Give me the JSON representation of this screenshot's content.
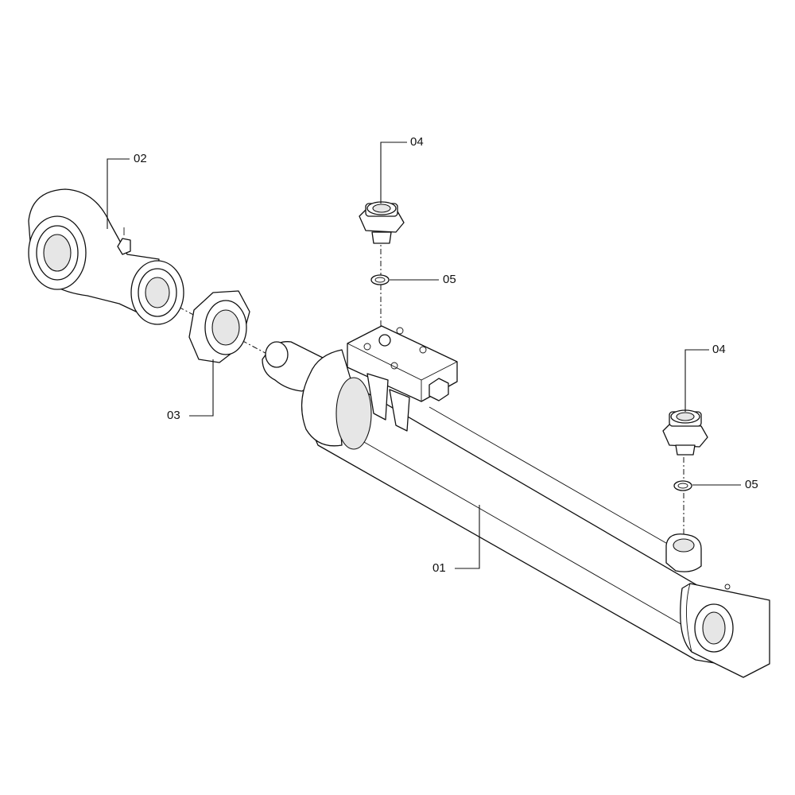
{
  "callouts": {
    "c01": "01",
    "c02": "02",
    "c03": "03",
    "c04a": "04",
    "c05a": "05",
    "c04b": "04",
    "c05b": "05"
  }
}
